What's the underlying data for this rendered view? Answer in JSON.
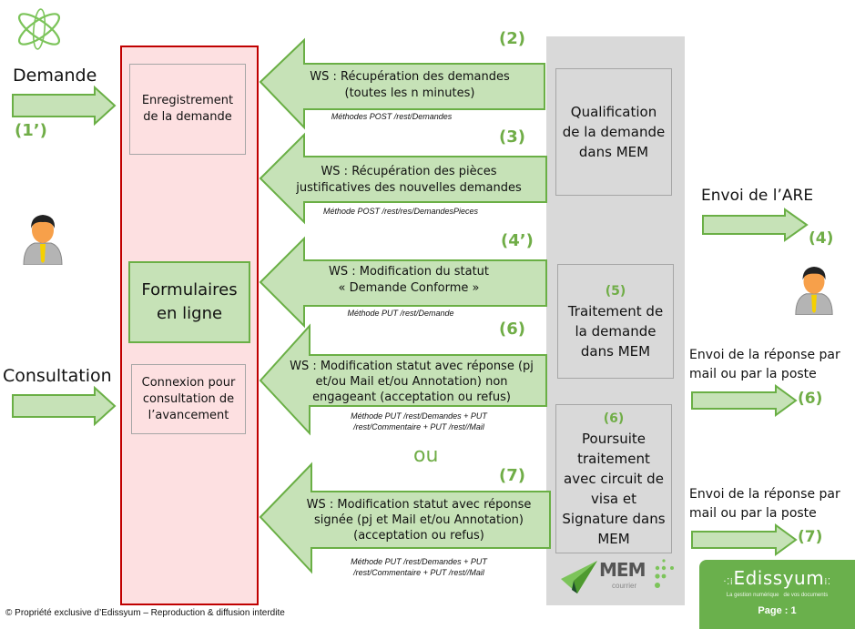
{
  "colors": {
    "accent_green": "#70ad47",
    "arrow_fill": "#c6e2b7",
    "arrow_stroke": "#6aaf45",
    "portal_fill": "#fde0e1",
    "portal_stroke": "#c00000",
    "mem_panel": "#d9d9d9",
    "edissyum_green": "#6ab04c"
  },
  "left": {
    "demande_label": "Demande",
    "demande_step": "(1’)",
    "consultation_label": "Consultation"
  },
  "portal": {
    "enregistrement": "Enregistrement de la demande",
    "formulaires": "Formulaires en ligne",
    "connexion": "Connexion pour consultation de l’avancement"
  },
  "flows": [
    {
      "step": "(2)",
      "text_lines": [
        "WS : Récupération des demandes",
        "(toutes les n minutes)"
      ],
      "method_lines": [
        "Méthodes POST /rest/Demandes"
      ]
    },
    {
      "step": "(3)",
      "text_lines": [
        "WS : Récupération des pièces",
        "justificatives des nouvelles demandes"
      ],
      "method_lines": [
        "Méthode POST /rest/res/DemandesPieces"
      ]
    },
    {
      "step": "(4’)",
      "text_lines": [
        "WS : Modification du statut",
        "« Demande Conforme »"
      ],
      "method_lines": [
        "Méthode PUT /rest/Demande"
      ]
    },
    {
      "step": "(6)",
      "text_lines": [
        "WS : Modification statut avec réponse (pj",
        "et/ou Mail et/ou Annotation) non",
        "engageant (acceptation ou refus)"
      ],
      "method_lines": [
        "Méthode PUT /rest/Demandes + PUT",
        "/rest/Commentaire + PUT /rest//Mail"
      ]
    },
    {
      "step": "(7)",
      "text_lines": [
        "WS : Modification statut avec réponse",
        "signée (pj et Mail et/ou Annotation)",
        "(acceptation ou refus)"
      ],
      "method_lines": [
        "Méthode PUT /rest/Demandes + PUT",
        "/rest/Commentaire + PUT /rest//Mail"
      ]
    }
  ],
  "ou_label": "ou",
  "mem": {
    "qualification": "Qualification de la demande dans MEM",
    "traitement_step": "(5)",
    "traitement": "Traitement de la demande dans MEM",
    "poursuite_step": "(6)",
    "poursuite": "Poursuite traitement avec circuit de visa et Signature dans MEM",
    "logo_name": "MEM",
    "logo_sub": "courrier"
  },
  "right": {
    "are_label": "Envoi de l’ARE",
    "are_step": "(4)",
    "reponse6_label": "Envoi de la réponse par mail ou par la poste",
    "reponse6_step": "(6)",
    "reponse7_label": "Envoi de la réponse par mail ou par la poste",
    "reponse7_step": "(7)"
  },
  "footer": {
    "copyright": "© Propriété exclusive d’Edissyum – Reproduction & diffusion interdite",
    "brand": "Edissyum",
    "tagline": "La gestion numérique   de vos documents",
    "page": "Page : 1"
  }
}
